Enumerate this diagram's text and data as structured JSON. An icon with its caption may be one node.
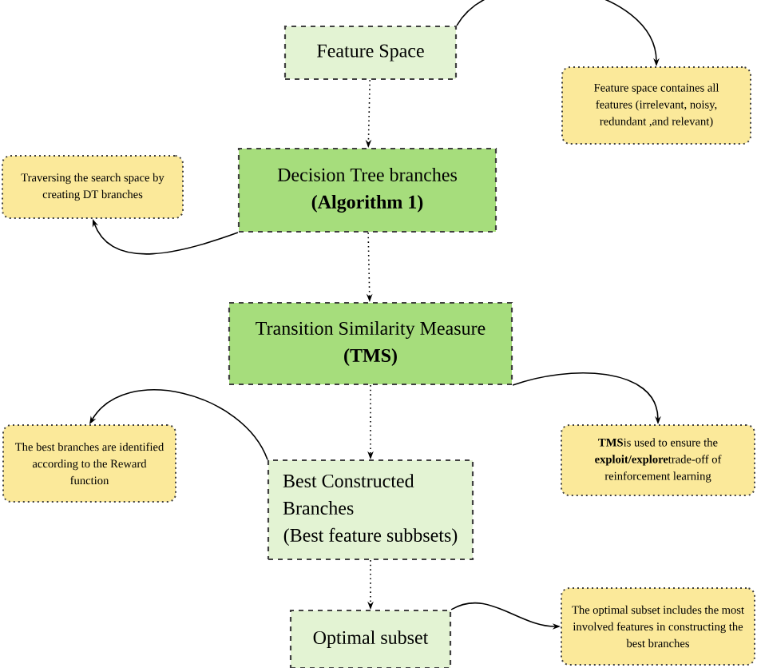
{
  "diagram": {
    "nodes": [
      {
        "text": [
          "Feature Space"
        ]
      },
      {
        "text": [
          "Feature space containes all features (irrelevant, noisy, redundant ,and relevant)"
        ]
      },
      {
        "text": [
          "Decision Tree branches",
          "(Algorithm 1)"
        ]
      },
      {
        "text": [
          "Traversing the search space by creating DT branches"
        ]
      },
      {
        "text": [
          "Transition Similarity Measure",
          "(TMS)"
        ]
      },
      {
        "text": [
          "**TMS**is used to ensure the **exploit/explore**trade-off of reinforcement learning"
        ]
      },
      {
        "text": [
          "The best branches are identified according to the Reward function"
        ]
      },
      {
        "text": [
          "Best Constructed Branches",
          "(Best feature subbsets)"
        ]
      },
      {
        "text": [
          "Optimal subset"
        ]
      },
      {
        "text": [
          "The optimal subset includes the most involved features in constructing the best branches"
        ]
      }
    ],
    "edges": [
      {
        "from": 0,
        "to": 1,
        "arrow": "to"
      },
      {
        "from": 0,
        "to": 2,
        "arrow": "to",
        "style": "dashed"
      },
      {
        "from": 2,
        "to": 3,
        "arrow": "to"
      },
      {
        "from": 2,
        "to": 4,
        "arrow": "to",
        "style": "dashed"
      },
      {
        "from": 4,
        "to": 5,
        "arrow": "to"
      },
      {
        "from": 4,
        "to": 7,
        "arrow": "to",
        "style": "dashed"
      },
      {
        "from": 7,
        "to": 6,
        "arrow": "to"
      },
      {
        "from": 7,
        "to": 8,
        "arrow": "to",
        "style": "dashed"
      },
      {
        "from": 8,
        "to": 9,
        "arrow": "to"
      }
    ]
  }
}
